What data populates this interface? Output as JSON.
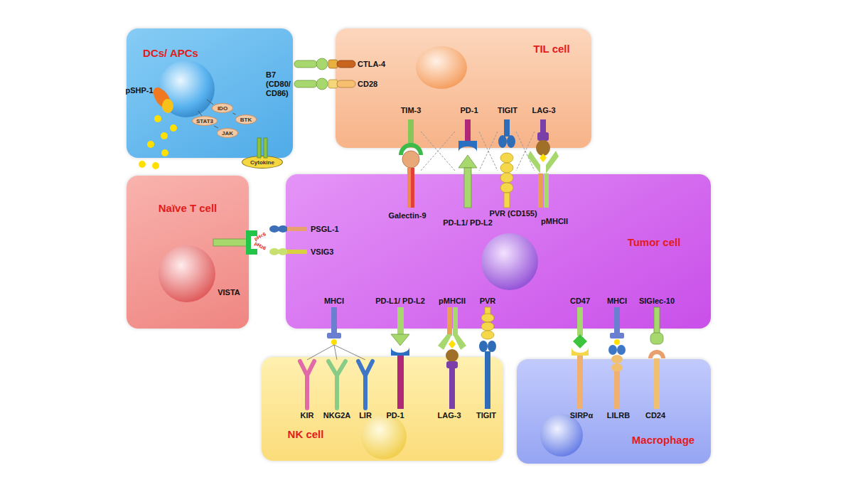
{
  "diagram": {
    "nodes": [
      {
        "text": [
          "DCs/ APCs"
        ]
      },
      {
        "text": [
          "IDO"
        ],
        "in": 0
      },
      {
        "text": [
          "BTK"
        ],
        "in": 0
      },
      {
        "text": [
          "STAT3"
        ],
        "in": 0
      },
      {
        "text": [
          "JAK"
        ],
        "in": 0
      },
      {
        "text": [
          "Cytokine"
        ],
        "in": 0
      },
      {
        "text": [
          "TIL cell"
        ]
      },
      {
        "text": [
          "Naïve T cell"
        ]
      },
      {
        "text": [
          "Tumor cell"
        ]
      },
      {
        "text": [
          "NK cell"
        ]
      },
      {
        "text": [
          "Macrophage"
        ]
      }
    ],
    "edges": [
      {
        "from": 1,
        "to": 2,
        "arrow": "none"
      },
      {
        "from": 3,
        "to": 4,
        "arrow": "none"
      }
    ],
    "labels": [
      "pSHP-1",
      "B7 (CD80/ CD86)",
      "CTLA-4",
      "CD28",
      "TIM-3",
      "PD-1",
      "TIGIT",
      "LAG-3",
      "Galectin-9",
      "PD-L1/ PD-L2",
      "PVR (CD155)",
      "pMHCII",
      "PSGL-1",
      "pH<6",
      "pH≥6",
      "VSIG3",
      "VISTA",
      "MHCI",
      "PD-L1/ PD-L2",
      "pMHCII",
      "PVR",
      "CD47",
      "MHCI",
      "SIGlec-10",
      "KIR",
      "NKG2A",
      "LIR",
      "PD-1",
      "LAG-3",
      "TIGIT",
      "SIRPα",
      "LILRB",
      "CD24"
    ]
  }
}
